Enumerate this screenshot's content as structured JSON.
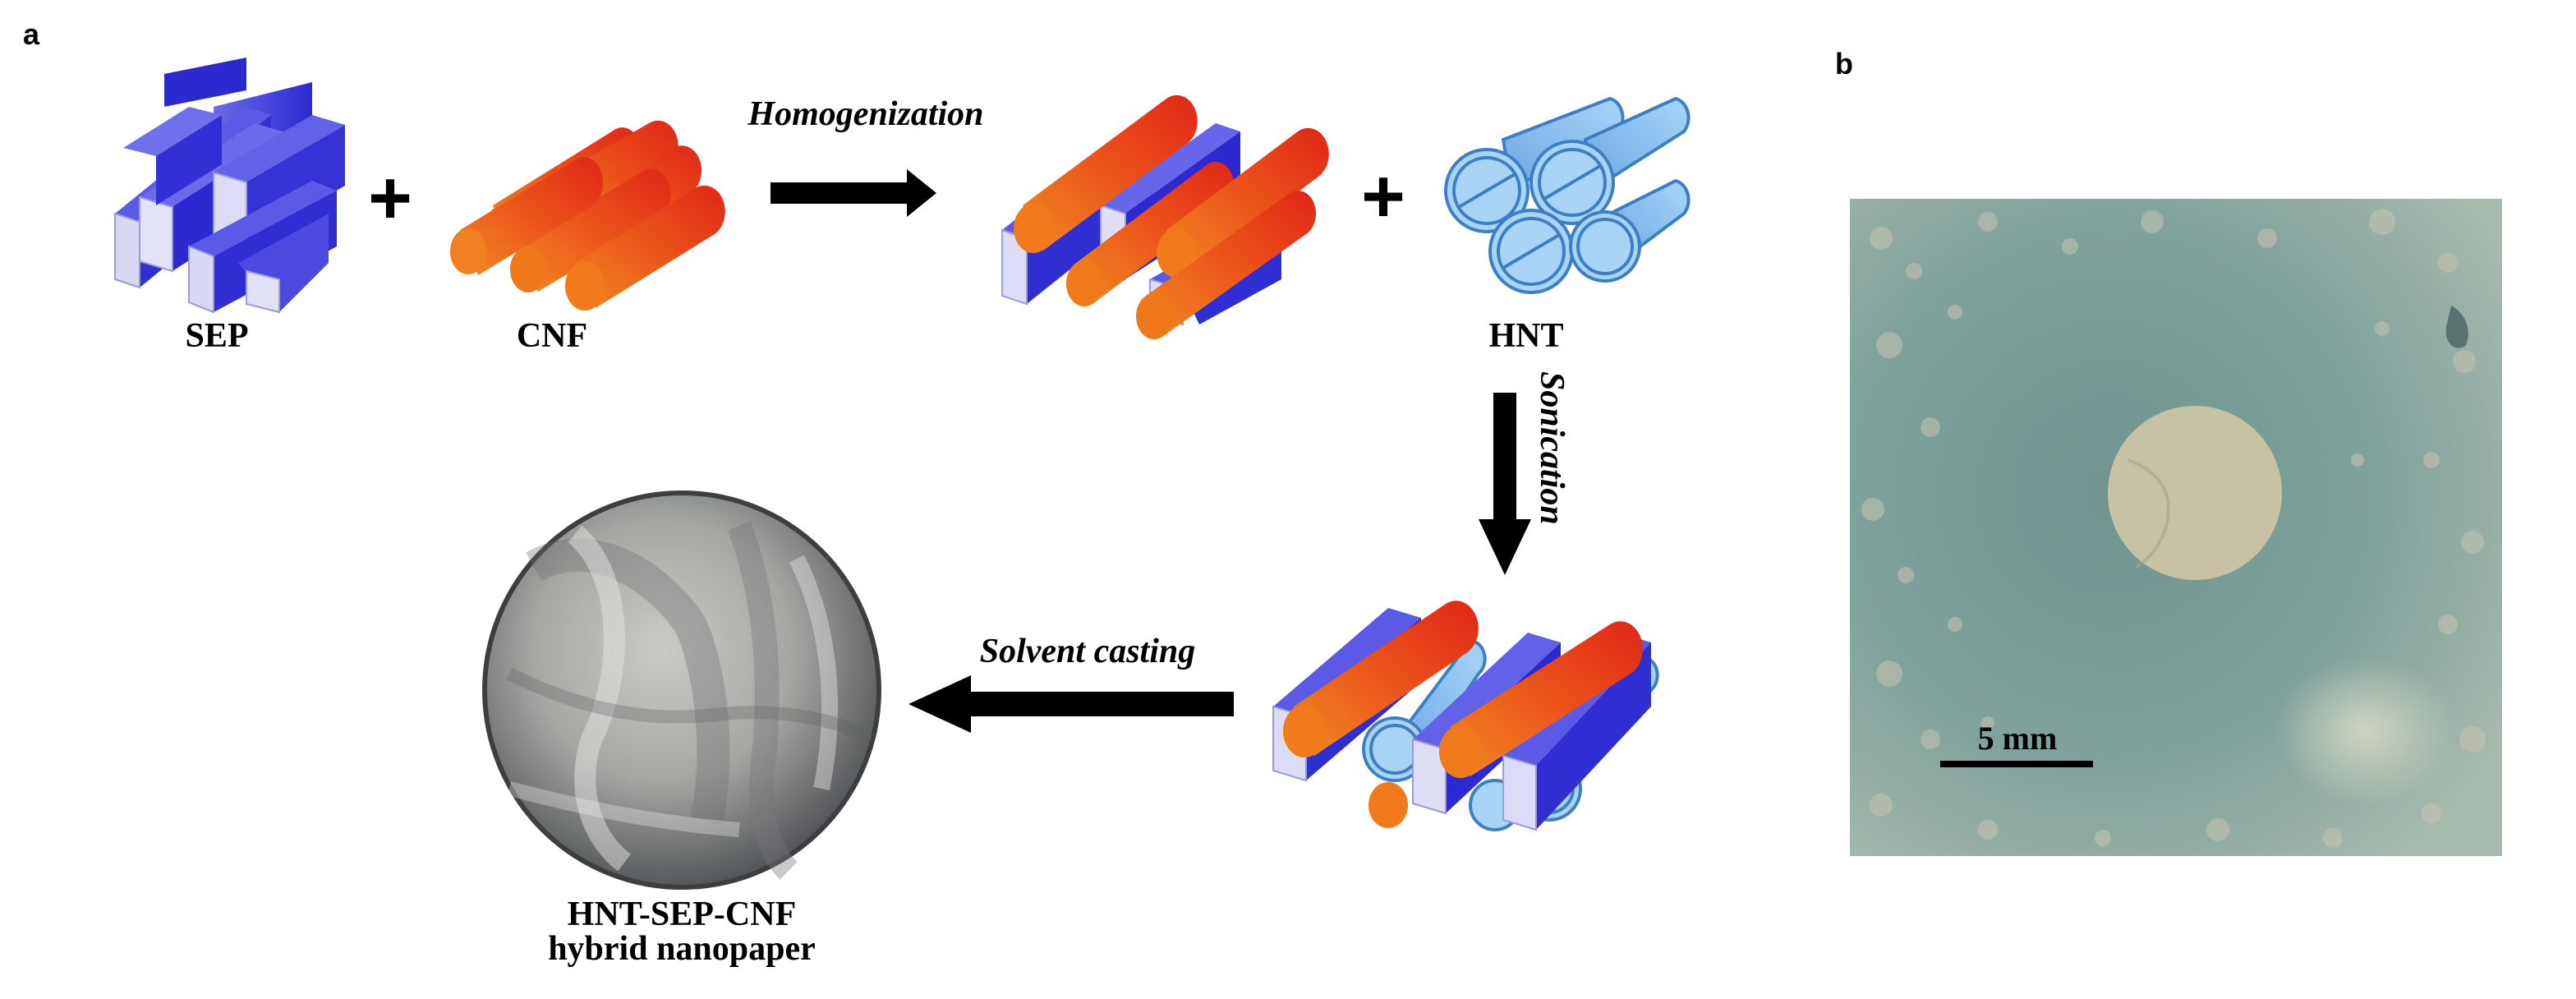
{
  "panels": {
    "a": {
      "label": "a"
    },
    "b": {
      "label": "b"
    }
  },
  "materials": {
    "sep": "SEP",
    "cnf": "CNF",
    "hnt": "HNT"
  },
  "operators": {
    "plus": "+"
  },
  "steps": {
    "homogenization": "Homogenization",
    "sonication": "Sonication",
    "solvent_casting": "Solvent casting"
  },
  "product": {
    "line1": "HNT-SEP-CNF",
    "line2": "hybrid nanopaper"
  },
  "photo": {
    "scale_label": "5 mm"
  },
  "colors": {
    "sep_blue": "#3a3ad6",
    "sep_face": "#d8d8f4",
    "cnf_red": "#e0301a",
    "cnf_orange": "#f07a1c",
    "hnt_blue": "#8cc0ee",
    "hnt_outline": "#3e7fc4",
    "arrow": "#000000",
    "photo_bg": "#7da09a"
  }
}
